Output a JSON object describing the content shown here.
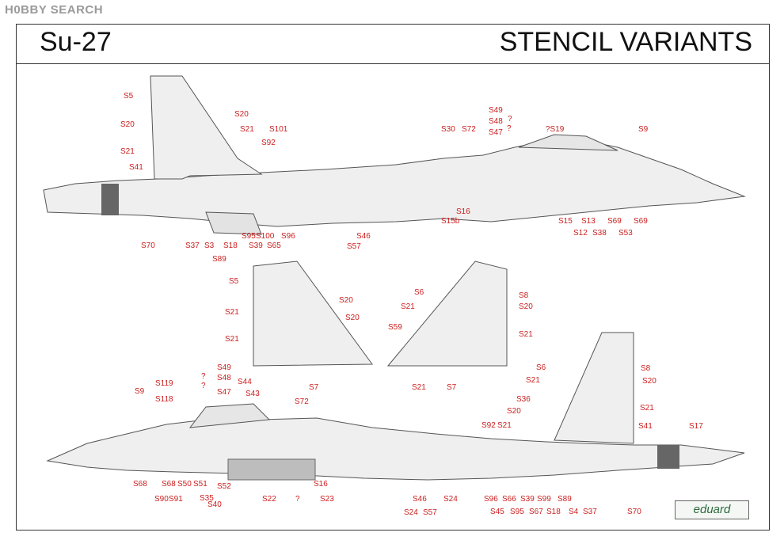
{
  "watermark": "H0BBY SEARCH",
  "header": {
    "model": "Su-27",
    "subtitle": "STENCIL VARIANTS"
  },
  "brand": "eduard",
  "labels": {
    "top_view": [
      "S5",
      "S20",
      "S21",
      "S41",
      "S70",
      "S37",
      "S3",
      "S89",
      "S18",
      "S95",
      "S39",
      "S100",
      "S65",
      "S96",
      "S92",
      "S101",
      "S20",
      "S21",
      "S57",
      "S46",
      "S30",
      "S72",
      "S16",
      "S15b",
      "S49",
      "?",
      "S48",
      "?",
      "S47",
      "?S19",
      "S9",
      "S15",
      "S12",
      "S13",
      "S38",
      "S69",
      "S53",
      "S69"
    ],
    "tail_left": [
      "S5",
      "S21",
      "S20",
      "S20",
      "S21",
      "S7"
    ],
    "tail_right": [
      "S6",
      "S21",
      "S59",
      "S21",
      "S7",
      "S8",
      "S20",
      "S21"
    ],
    "bottom_view": [
      "S9",
      "S119",
      "S118",
      "S49",
      "?",
      "S48",
      "?",
      "S47",
      "S44",
      "S43",
      "S72",
      "S68",
      "S90",
      "S68",
      "S91",
      "S50",
      "S51",
      "S35",
      "S40",
      "S52",
      "S16",
      "S22",
      "?",
      "S23",
      "S24",
      "S46",
      "S57",
      "S24",
      "S92",
      "S21",
      "S20",
      "S36",
      "S21",
      "S6",
      "S8",
      "S20",
      "S21",
      "S41",
      "S17",
      "S96",
      "S45",
      "S66",
      "S95",
      "S39",
      "S67",
      "S99",
      "S18",
      "S89",
      "S4",
      "S37",
      "S70"
    ]
  }
}
